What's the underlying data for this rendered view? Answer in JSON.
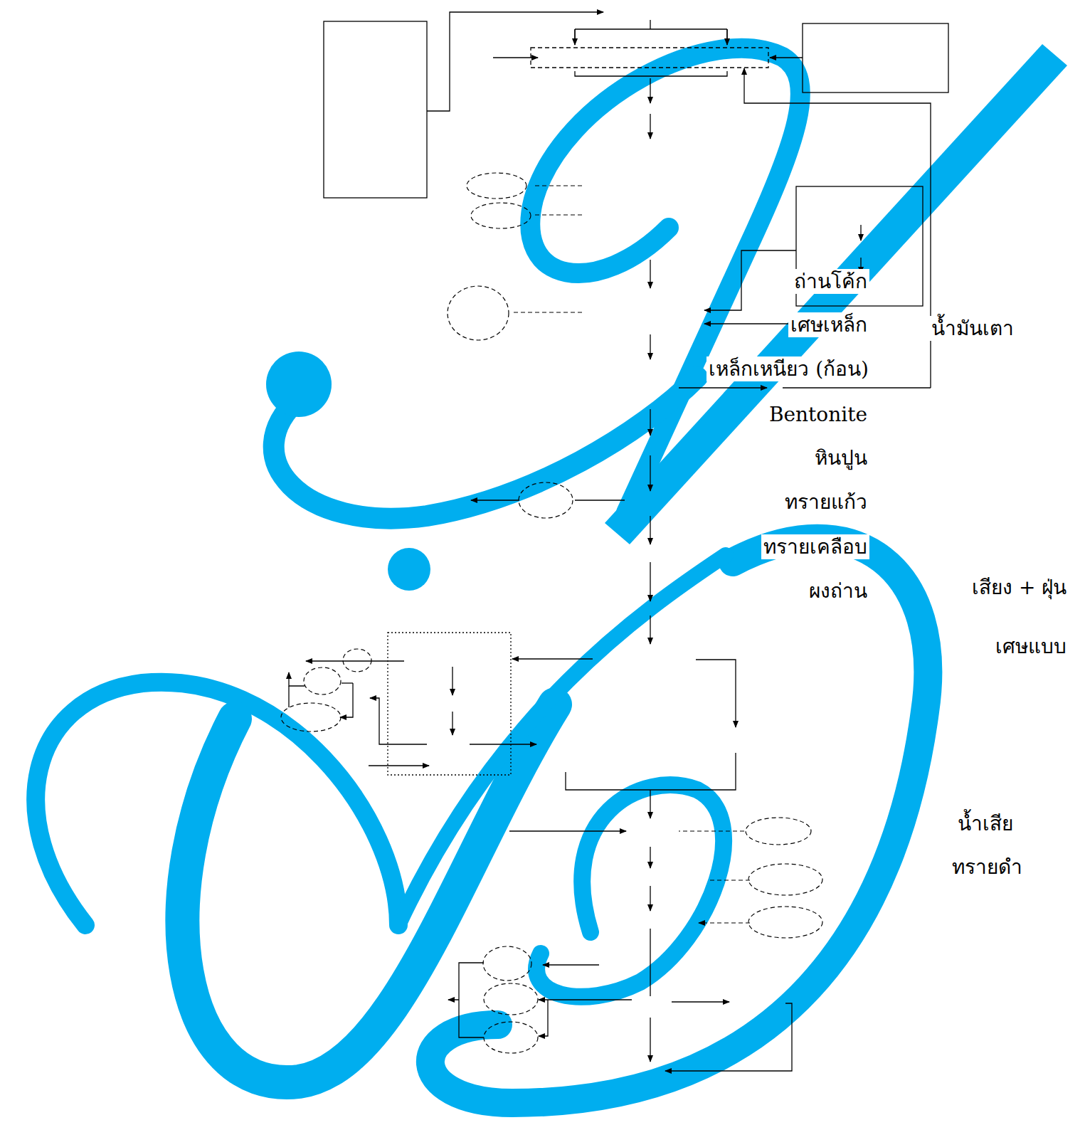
{
  "diagram": {
    "labels": [
      "ถ่านโค้ก",
      "เศษเหล็ก",
      "เหล็กเหนียว (ก้อน)",
      "Bentonite",
      "หินปูน",
      "ทรายแก้ว",
      "ทรายเคลือบ",
      "ผงถ่าน",
      "น้ำมันเตา",
      "เสียง + ฝุ่น",
      "เศษแบบ",
      "น้ำเสีย",
      "ทรายดำ"
    ]
  }
}
